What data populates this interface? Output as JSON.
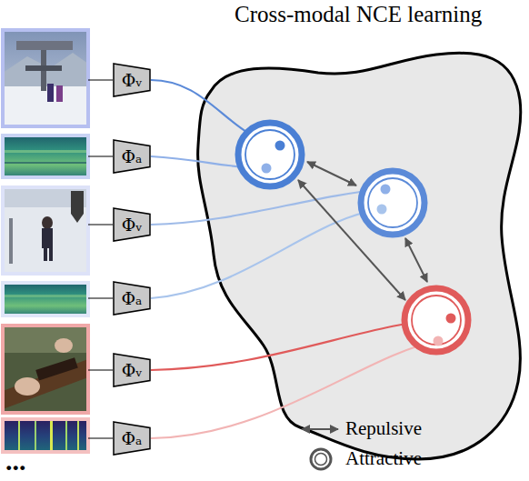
{
  "diagram": {
    "title": "Cross-modal NCE learning",
    "nodes": [
      {
        "text": [
          "Φᵥ"
        ]
      },
      {
        "text": [
          "Φₐ"
        ]
      },
      {
        "text": [
          "Φᵥ"
        ]
      },
      {
        "text": [
          "Φₐ"
        ]
      },
      {
        "text": [
          "Φᵥ"
        ]
      },
      {
        "text": [
          "Φₐ"
        ]
      }
    ],
    "labels": [
      "..."
    ],
    "legend": [
      {
        "text": "Repulsive"
      },
      {
        "text": "Attractive"
      }
    ]
  }
}
